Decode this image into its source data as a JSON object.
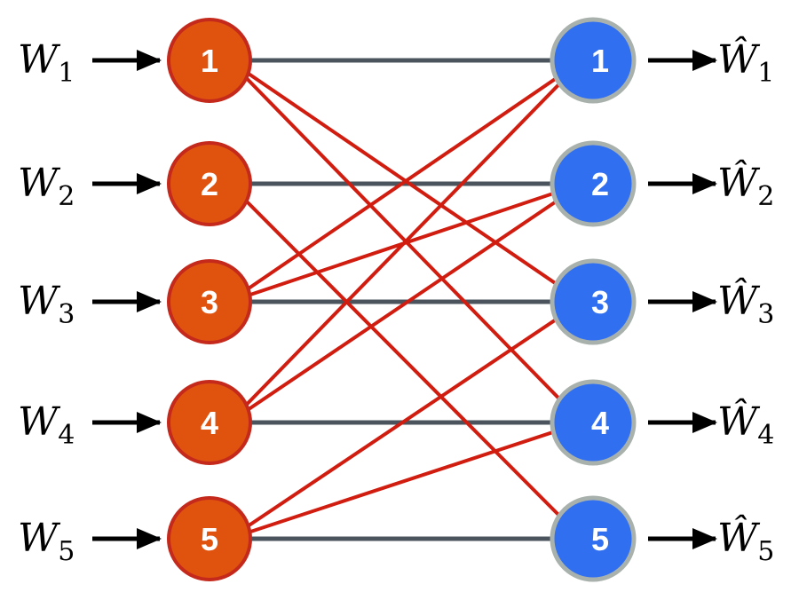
{
  "colors": {
    "sender_fill": "#e0530f",
    "sender_stroke": "#c4291b",
    "receiver_fill": "#2f6ff0",
    "receiver_stroke": "#a9b1ad",
    "direct_link": "#4b545c",
    "cross_link": "#d11c10",
    "io_arrow": "#000000",
    "node_text": "#ffffff"
  },
  "senders": [
    {
      "id": "1",
      "input_label": "W",
      "input_sub": "1"
    },
    {
      "id": "2",
      "input_label": "W",
      "input_sub": "2"
    },
    {
      "id": "3",
      "input_label": "W",
      "input_sub": "3"
    },
    {
      "id": "4",
      "input_label": "W",
      "input_sub": "4"
    },
    {
      "id": "5",
      "input_label": "W",
      "input_sub": "5"
    }
  ],
  "receivers": [
    {
      "id": "1",
      "output_label": "Ŵ",
      "output_sub": "1"
    },
    {
      "id": "2",
      "output_label": "Ŵ",
      "output_sub": "2"
    },
    {
      "id": "3",
      "output_label": "Ŵ",
      "output_sub": "3"
    },
    {
      "id": "4",
      "output_label": "Ŵ",
      "output_sub": "4"
    },
    {
      "id": "5",
      "output_label": "Ŵ",
      "output_sub": "5"
    }
  ],
  "direct_links": [
    {
      "from": "1",
      "to": "1"
    },
    {
      "from": "2",
      "to": "2"
    },
    {
      "from": "3",
      "to": "3"
    },
    {
      "from": "4",
      "to": "4"
    },
    {
      "from": "5",
      "to": "5"
    }
  ],
  "cross_links": [
    {
      "from": "1",
      "to": "3"
    },
    {
      "from": "1",
      "to": "4"
    },
    {
      "from": "2",
      "to": "5"
    },
    {
      "from": "3",
      "to": "1"
    },
    {
      "from": "3",
      "to": "2"
    },
    {
      "from": "4",
      "to": "1"
    },
    {
      "from": "4",
      "to": "2"
    },
    {
      "from": "5",
      "to": "3"
    },
    {
      "from": "5",
      "to": "4"
    }
  ]
}
